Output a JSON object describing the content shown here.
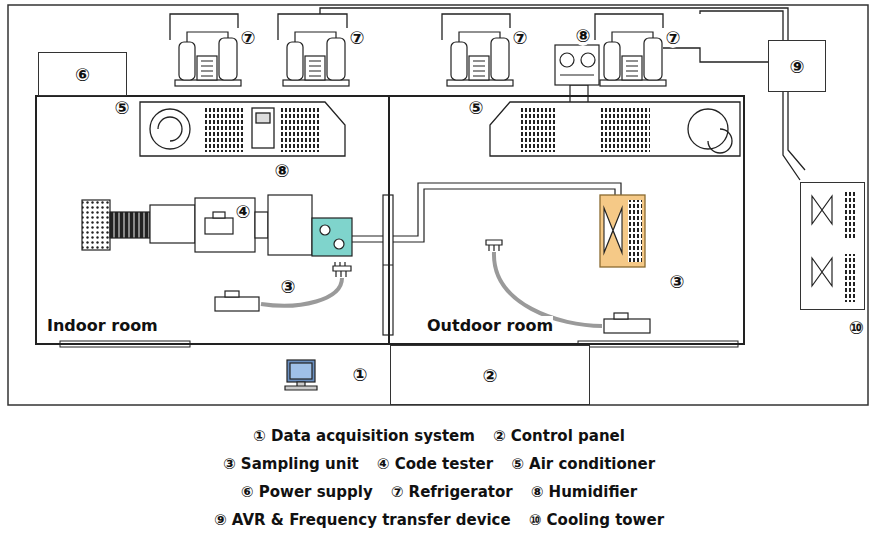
{
  "diagram": {
    "nodes": [
      {
        "text": [
          "Indoor room"
        ]
      },
      {
        "text": [
          "Outdoor room"
        ]
      },
      {
        "text": [
          "⑥"
        ]
      },
      {
        "text": [
          "⑨"
        ]
      },
      {
        "text": [
          "②"
        ]
      },
      {
        "text": [
          "⑩"
        ]
      }
    ],
    "labels": [
      "⑦",
      "⑦",
      "⑦",
      "⑧",
      "⑦",
      "⑤",
      "⑤",
      "⑧",
      "④",
      "③",
      "③",
      "①",
      "① Data acquisition system",
      "② Control panel",
      "③ Sampling unit",
      "④ Code tester",
      "⑤ Air conditioner",
      "⑥ Power supply",
      "⑦ Refrigerator",
      "⑧ Humidifier",
      "⑨ AVR & Frequency transfer device",
      "⑩ Cooling tower"
    ]
  }
}
